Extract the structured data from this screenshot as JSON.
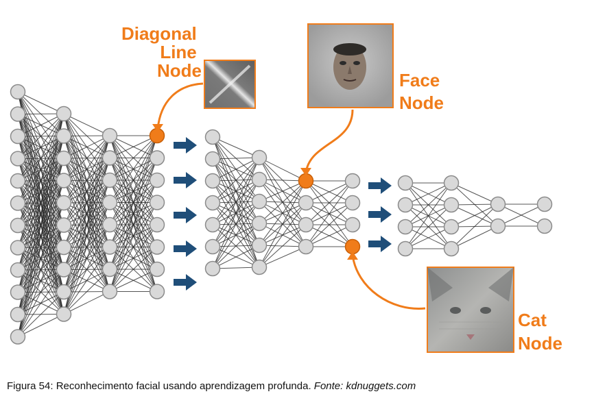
{
  "colors": {
    "accent": "#f07c1a",
    "node_fill": "#d9d9d9",
    "node_stroke": "#8a8a8a",
    "edge": "#2a2a2a",
    "arrow": "#1f4e79"
  },
  "labels": {
    "diagonal": [
      "Diagonal",
      "Line",
      "Node"
    ],
    "face": [
      "Face",
      "Node"
    ],
    "cat": [
      "Cat",
      "Node"
    ]
  },
  "caption": {
    "text": "Figura 54: Reconhecimento facial usando aprendizagem profunda. ",
    "source": "Fonte: kdnuggets.com"
  }
}
